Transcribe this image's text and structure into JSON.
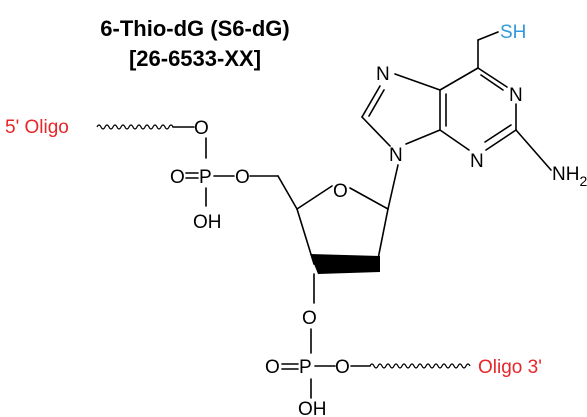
{
  "title": {
    "line1": "6-Thio-dG (S6-dG)",
    "line2": "[26-6533-XX]"
  },
  "labels": {
    "oligo5": "5' Oligo",
    "oligo3": "Oligo 3'",
    "o": "O",
    "p": "P",
    "oh": "OH",
    "n": "N",
    "sh": "SH",
    "nh": "NH",
    "nh_sub": "2"
  },
  "colors": {
    "oligo": "#e8262a",
    "thiol": "#3399dd",
    "structure": "#000000"
  }
}
